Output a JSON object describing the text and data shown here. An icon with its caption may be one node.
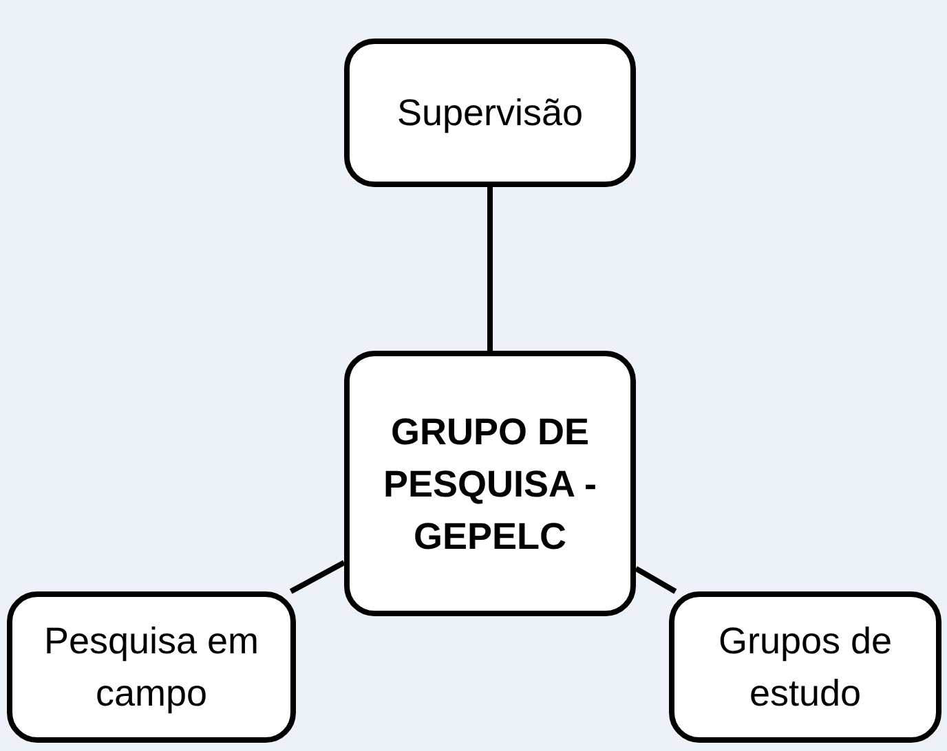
{
  "diagram": {
    "nodes": [
      {
        "text": [
          "Supervisão"
        ]
      },
      {
        "text": [
          "GRUPO DE PESQUISA - GEPELC"
        ]
      },
      {
        "text": [
          "Pesquisa em campo"
        ]
      },
      {
        "text": [
          "Grupos de estudo"
        ]
      }
    ],
    "edges": [
      {
        "from": 0,
        "to": 1,
        "arrow": "none"
      },
      {
        "from": 1,
        "to": 2,
        "arrow": "none"
      },
      {
        "from": 1,
        "to": 3,
        "arrow": "none"
      }
    ]
  }
}
